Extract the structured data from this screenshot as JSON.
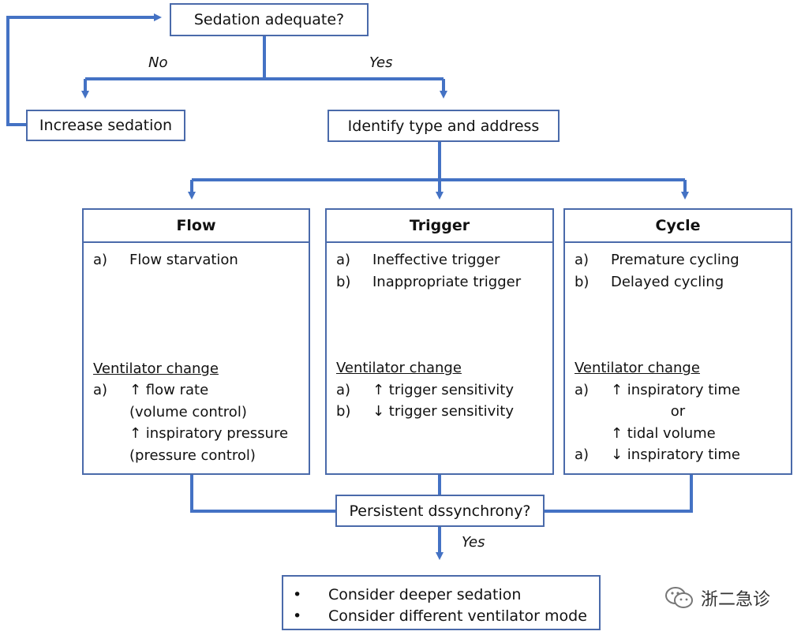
{
  "diagram": {
    "top_question": "Sedation adequate?",
    "no_label": "No",
    "yes_label": "Yes",
    "increase_sedation": "Increase sedation",
    "identify": "Identify type and address",
    "columns": [
      {
        "title": "Flow",
        "causes": [
          {
            "marker": "a)",
            "text": "Flow starvation"
          }
        ],
        "change_title": "Ventilator change",
        "changes": [
          {
            "marker": "a)",
            "text": "↑ flow rate"
          },
          {
            "marker": "",
            "text": "(volume control)"
          },
          {
            "marker": "",
            "text": "↑ inspiratory pressure"
          },
          {
            "marker": "",
            "text": "(pressure control)"
          }
        ]
      },
      {
        "title": "Trigger",
        "causes": [
          {
            "marker": "a)",
            "text": "Ineffective trigger"
          },
          {
            "marker": "b)",
            "text": "Inappropriate trigger"
          }
        ],
        "change_title": "Ventilator change",
        "changes": [
          {
            "marker": "a)",
            "text": "↑ trigger sensitivity"
          },
          {
            "marker": "b)",
            "text": "↓ trigger sensitivity"
          }
        ]
      },
      {
        "title": "Cycle",
        "causes": [
          {
            "marker": "a)",
            "text": "Premature cycling"
          },
          {
            "marker": "b)",
            "text": "Delayed cycling"
          }
        ],
        "change_title": "Ventilator change",
        "changes": [
          {
            "marker": "a)",
            "text": "↑ inspiratory time"
          },
          {
            "marker": "",
            "text": "or"
          },
          {
            "marker": "",
            "text": "↑ tidal volume"
          },
          {
            "marker": "a)",
            "text": "↓ inspiratory time"
          }
        ]
      }
    ],
    "persistent": "Persistent dssynchrony?",
    "yes_label_2": "Yes",
    "final_items": [
      {
        "marker": "•",
        "text": "Consider deeper sedation"
      },
      {
        "marker": "•",
        "text": "Consider different ventilator mode"
      }
    ],
    "watermark": "浙二急诊",
    "watermark_icon": "wechat-icon",
    "accent_color": "#4472c4"
  }
}
